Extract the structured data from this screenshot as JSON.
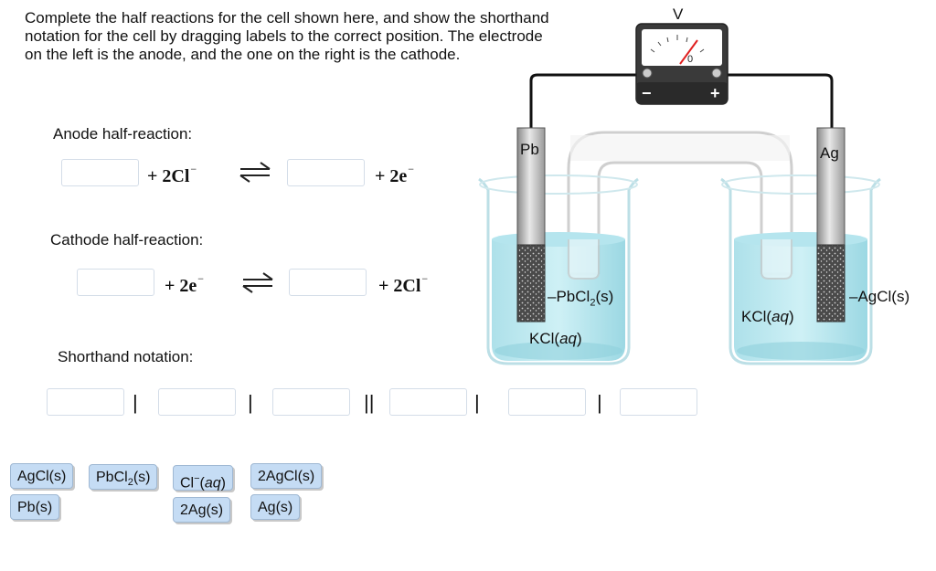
{
  "instructions": "Complete the half reactions for the cell shown here, and show the shorthand notation for the cell by dragging labels to the correct position.  The electrode on the left is the anode, and the one on the right is the cathode.",
  "anode": {
    "label": "Anode half-reaction:",
    "reactant_term": "+ 2Cl",
    "reactant_sup": "−",
    "product_term": "+ 2e",
    "product_sup": "−"
  },
  "cathode": {
    "label": "Cathode half-reaction:",
    "reactant_term": "+ 2e",
    "reactant_sup": "−",
    "product_term": "+ 2Cl",
    "product_sup": "−"
  },
  "shorthand": {
    "label": "Shorthand notation:",
    "separators": [
      "|",
      "|",
      "||",
      "|",
      "|"
    ]
  },
  "tiles": {
    "agcl_s": "AgCl(s)",
    "pbcl2_pre": "PbCl",
    "pbcl2_sub": "2",
    "pbcl2_post": "(s)",
    "cl_pre": "Cl",
    "cl_sup": "−",
    "cl_post": "(",
    "cl_italic": "aq",
    "cl_close": ")",
    "two_agcl": "2AgCl(s)",
    "pb_s": "Pb(s)",
    "two_ag": "2Ag(s)",
    "ag_s": "Ag(s)"
  },
  "diagram": {
    "meter_label": "V",
    "meter_zero": "0",
    "meter_minus": "−",
    "meter_plus": "+",
    "left_electrode": "Pb",
    "right_electrode": "Ag",
    "left_coating_pre": "–PbCl",
    "left_coating_sub": "2",
    "left_coating_post": "(s)",
    "right_coating": "–AgCl(s)",
    "left_solution_pre": "KCl(",
    "left_solution_italic": "aq",
    "left_solution_post": ")",
    "right_solution_pre": "KCl(",
    "right_solution_italic": "aq",
    "right_solution_post": ")"
  }
}
